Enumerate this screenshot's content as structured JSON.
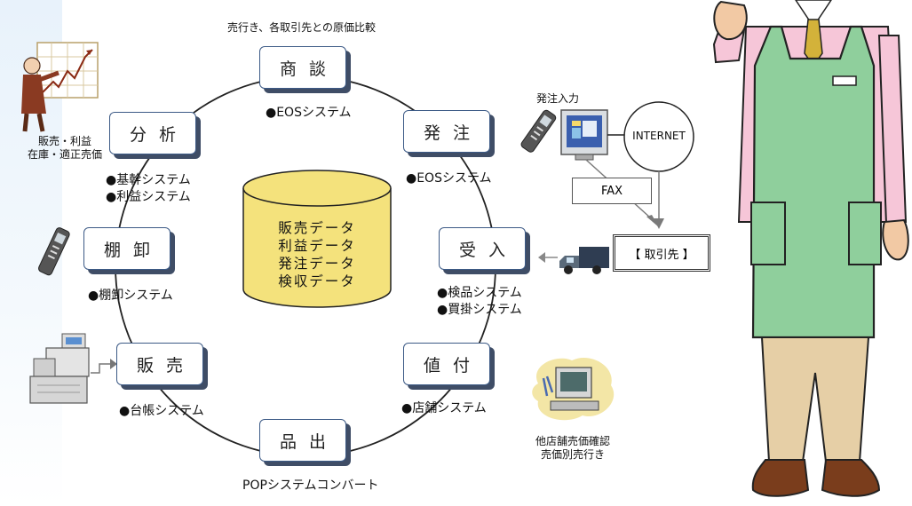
{
  "top_caption": "売行き、各取引先との原価比較",
  "nodes": {
    "shodan": "商談",
    "hatchu": "発注",
    "ukeire": "受入",
    "nezuke": "値付",
    "shinade": "品出",
    "hanbai": "販売",
    "tanaoroshi": "棚卸",
    "bunseki": "分析"
  },
  "systems": {
    "shodan": "●EOSシステム",
    "hatchu": "●EOSシステム",
    "ukeire_1": "●検品システム",
    "ukeire_2": "●買掛システム",
    "nezuke": "●店舗システム",
    "shinade": "POPシステムコンバート",
    "hanbai": "●台帳システム",
    "tanaoroshi": "●棚卸システム",
    "bunseki_1": "●基幹システム",
    "bunseki_2": "●利益システム"
  },
  "database": [
    "販売データ",
    "利益データ",
    "発注データ",
    "検収データ"
  ],
  "external": {
    "order_input": "発注入力",
    "internet": "INTERNET",
    "fax": "FAX",
    "supplier": "【 取引先 】"
  },
  "left_captions": {
    "analysis_1": "販売・利益",
    "analysis_2": "在庫・適正売価"
  },
  "right_captions": {
    "other_1": "他店舗売価確認",
    "other_2": "売価別売行き"
  },
  "colors": {
    "node_border": "#3c5a86",
    "node_shadow": "#3f4d66",
    "database_fill": "#f4e27c",
    "apron": "#8fcf9c",
    "shirt": "#f6c6d8"
  }
}
